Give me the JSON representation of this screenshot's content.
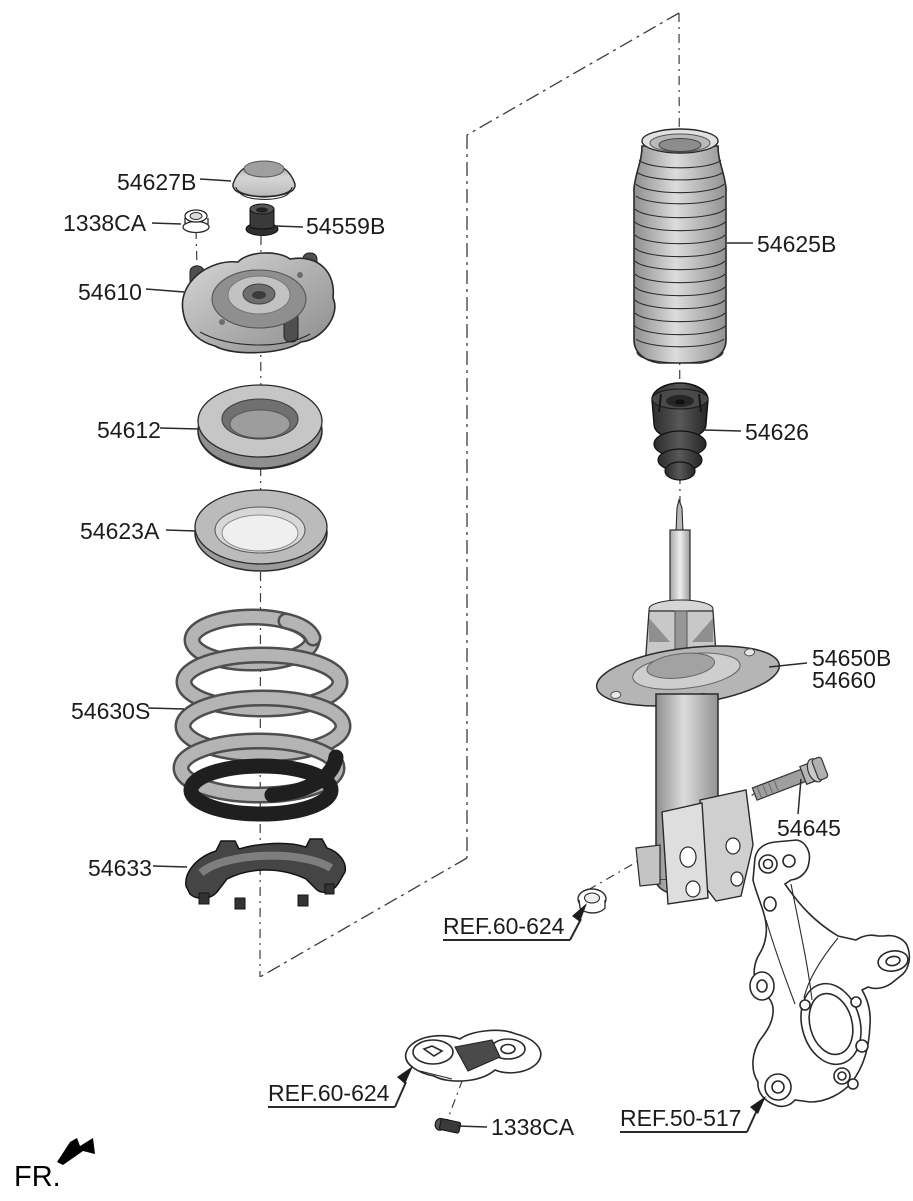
{
  "diagram": {
    "type": "exploded-parts-diagram",
    "subject": "front-spring-and-strut",
    "front_marker": "FR.",
    "labels": {
      "cap": "54627B",
      "nut_top": "1338CA",
      "lock_nut": "54559B",
      "insulator": "54610",
      "bearing": "54612",
      "upper_seat": "54623A",
      "coil_spring": "54630S",
      "lower_pad": "54633",
      "dust_cover": "54625B",
      "bumper": "54626",
      "strut_a": "54650B",
      "strut_b": "54660",
      "bolt": "54645",
      "ref_nut": "REF.60-624",
      "ref_bracket": "REF.60-624",
      "bolt_bottom": "1338CA",
      "ref_knuckle": "REF.50-517"
    },
    "colors": {
      "outline": "#2a2a2a",
      "label": "#1c1c1c",
      "metal_light": "#e0e0e0",
      "metal_mid": "#a9a9a9",
      "metal_dark": "#767676",
      "rubber": "#3c3c3c",
      "spring_gray": "#b4b4b4",
      "spring_black": "#1f1f1f",
      "background": "#ffffff"
    }
  }
}
